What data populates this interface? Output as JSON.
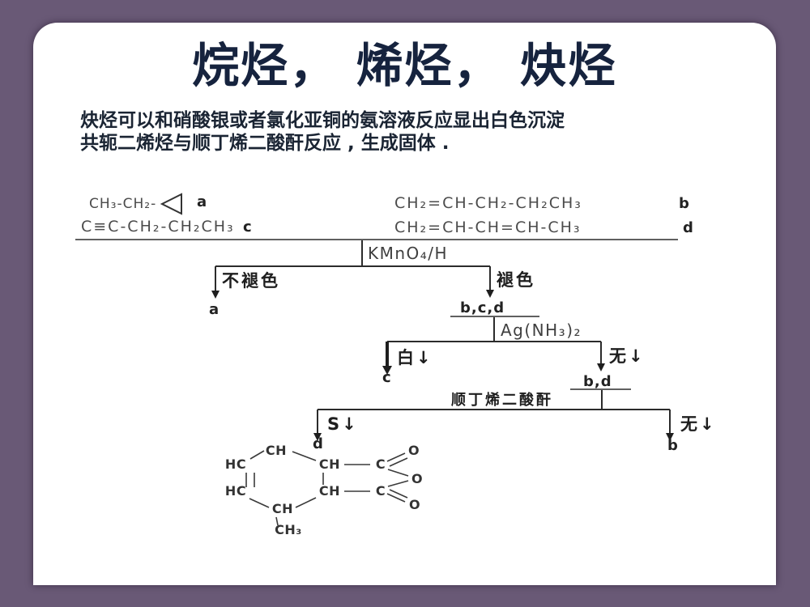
{
  "slide": {
    "title": "烷烃， 烯烃， 炔烃",
    "body": {
      "line1": "炔烃可以和硝酸银或者氯化亚铜的氨溶液反应显出白色沉淀",
      "line2": "共轭二烯烃与顺丁烯二酸酐反应 , 生成固体 ."
    }
  },
  "flowchart": {
    "compounds": {
      "a": {
        "formula": "CH₃-CH₂-",
        "tag": "a"
      },
      "b": {
        "formula": "CH₂=CH-CH₂-CH₂CH₃",
        "tag": "b"
      },
      "c": {
        "formula": "C≡C-CH₂-CH₂CH₃",
        "tag": "c"
      },
      "d": {
        "formula": "CH₂=CH-CH=CH-CH₃",
        "tag": "d"
      }
    },
    "step1": {
      "reagent": "KMnO₄/H",
      "left_label": "不褪色",
      "left_result": "a",
      "right_label": "褪色",
      "right_result": "b,c,d"
    },
    "step2": {
      "reagent": "Ag(NH₃)₂",
      "left_label": "白↓",
      "left_result": "c",
      "right_label": "无↓",
      "right_result": "b,d"
    },
    "step3": {
      "reagent": "顺丁烯二酸酐",
      "left_label": "S↓",
      "left_result": "d",
      "right_label": "无↓",
      "right_result": "b"
    },
    "product": {
      "ring_top": "CH",
      "ring_left_top": "HC",
      "ring_left_bottom": "HC",
      "ring_bottom": "CH",
      "methyl": "CH₃",
      "bridge_top": "CH",
      "bridge_bottom": "CH",
      "carbonyl_top": "C",
      "carbonyl_bottom": "C",
      "oxygen_top": "O",
      "oxygen_mid": "O",
      "oxygen_bottom": "O"
    }
  },
  "colors": {
    "background": "#695976",
    "slide": "#ffffff",
    "title": "#16233e",
    "body_text": "#1a2433",
    "diagram": "#2b2b2b"
  }
}
